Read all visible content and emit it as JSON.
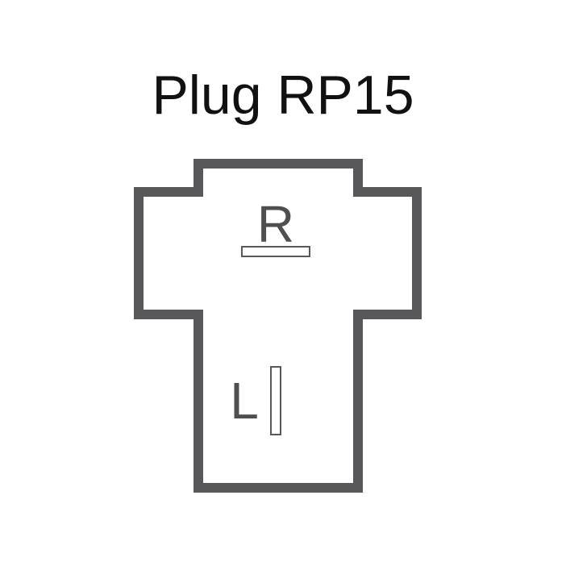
{
  "title": "Plug RP15",
  "connector": {
    "pins": [
      {
        "label": "R",
        "orientation": "horizontal"
      },
      {
        "label": "L",
        "orientation": "vertical"
      }
    ],
    "colors": {
      "outline": "#58585b",
      "pin_fill": "#ffffff",
      "pin_stroke": "#58585b",
      "text": "#4f4f52"
    }
  }
}
